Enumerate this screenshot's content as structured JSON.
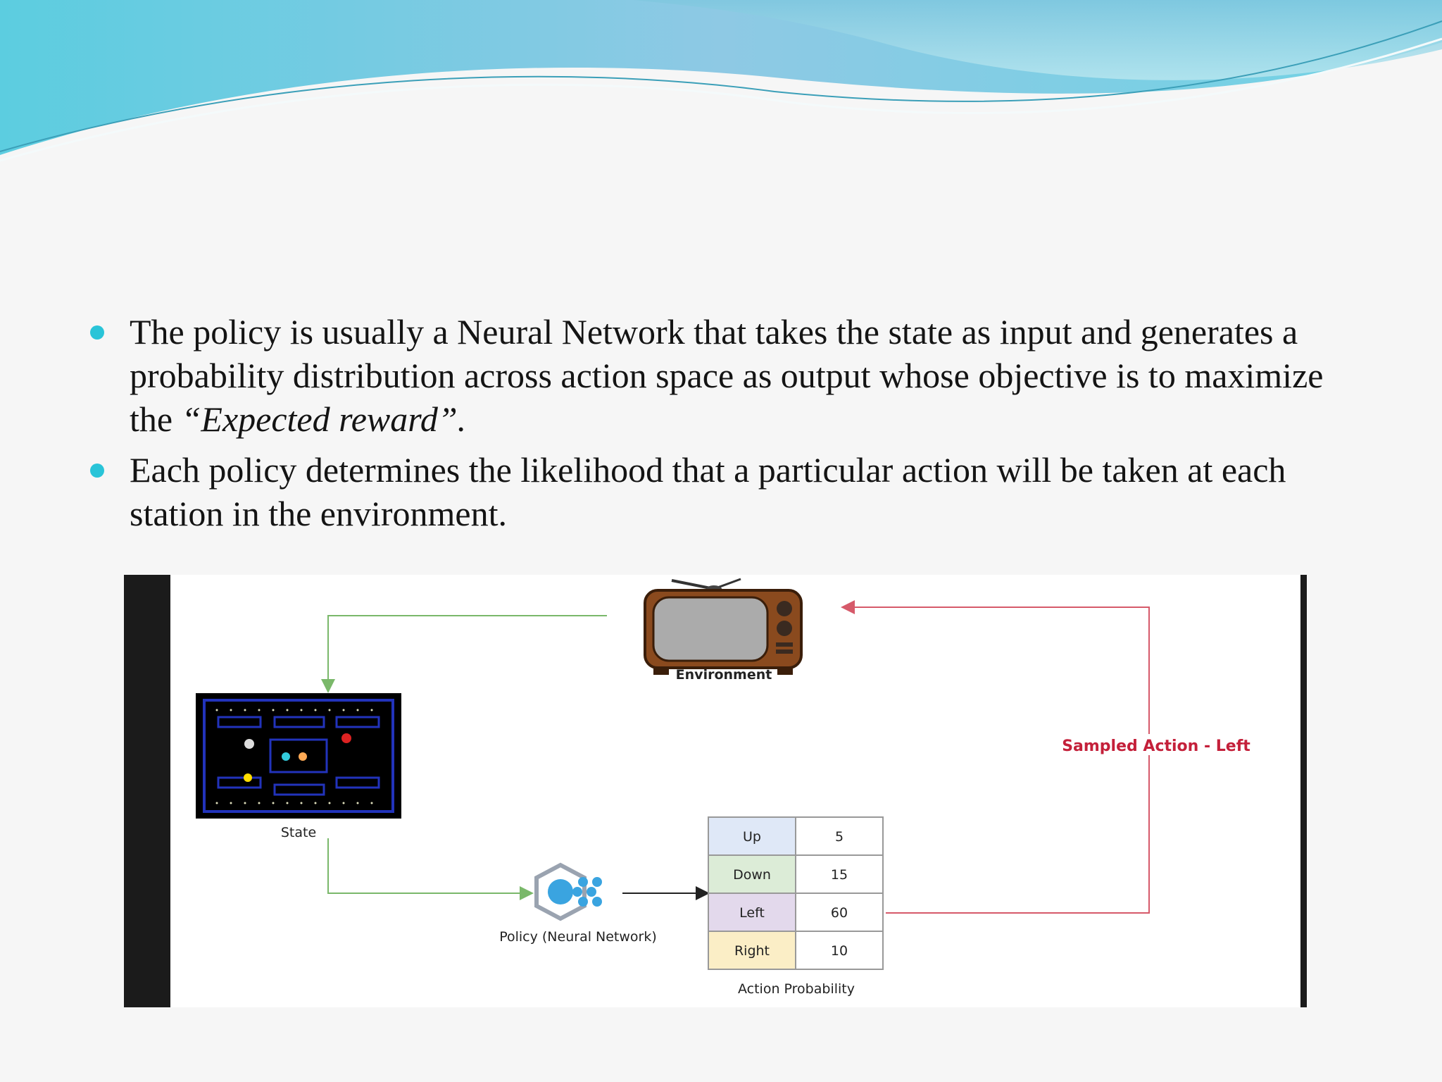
{
  "bullets": [
    {
      "text_before": "The policy is usually a Neural Network that takes the state as input and generates a probability distribution across action space as output whose objective is to maximize the ",
      "text_emph": "“Expected reward”."
    },
    {
      "text_before": "Each policy determines the likelihood that a particular action will be taken at each station in the environment.",
      "text_emph": ""
    }
  ],
  "diagram": {
    "environment_label": "Environment",
    "state_label": "State",
    "policy_label": "Policy (Neural Network)",
    "sampled_action_label": "Sampled Action - Left",
    "table_caption": "Action Probability",
    "actions": [
      {
        "action": "Up",
        "value": "5",
        "color": "#dfe8f7"
      },
      {
        "action": "Down",
        "value": "15",
        "color": "#dcecd7"
      },
      {
        "action": "Left",
        "value": "60",
        "color": "#e3d9ec"
      },
      {
        "action": "Right",
        "value": "10",
        "color": "#fbeec6"
      }
    ]
  },
  "colors": {
    "bullet": "#29c4d8",
    "green_arrow": "#7ab86a",
    "red_arrow": "#d65a6a",
    "policy_icon": "#3aa4e0"
  }
}
